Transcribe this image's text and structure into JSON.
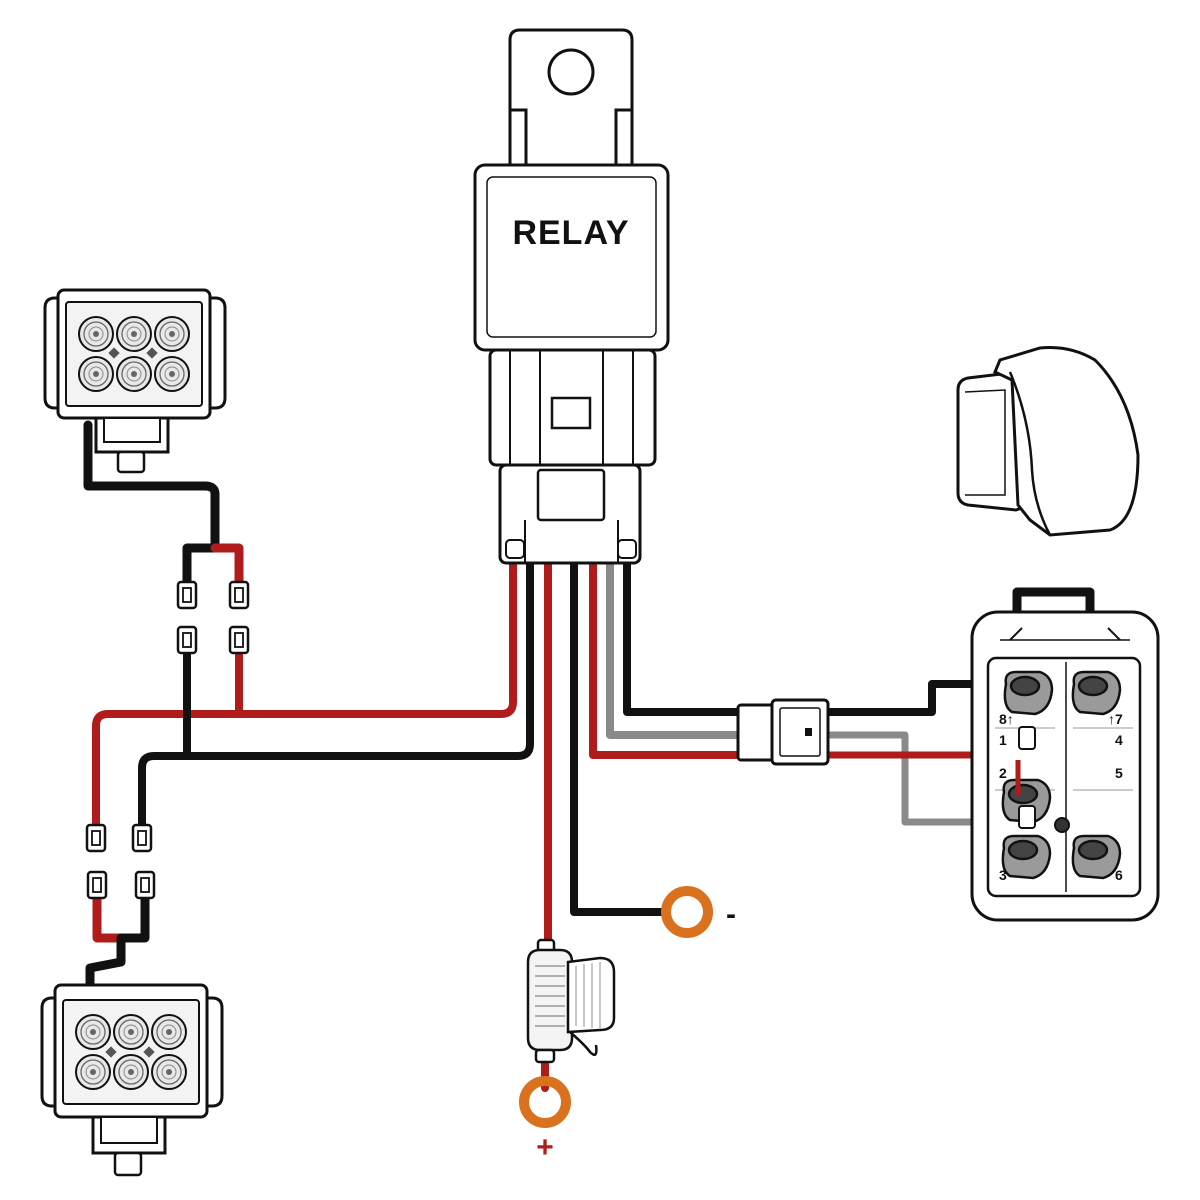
{
  "relay": {
    "label": "RELAY"
  },
  "terminals": {
    "negative_label": "-",
    "positive_label": "+"
  },
  "switch_pins": {
    "p1": "1",
    "p2": "2",
    "p3": "3",
    "p4": "4",
    "p5": "5",
    "p6": "6",
    "p7": "↑7",
    "p8": "8↑"
  },
  "colors": {
    "wire_red": "#b01c1c",
    "wire_black": "#111111",
    "wire_gray": "#8a8a8a",
    "ring_terminal": "#d9711f",
    "outline": "#111111",
    "fill": "#ffffff",
    "led_fill": "#e9e9e9"
  }
}
